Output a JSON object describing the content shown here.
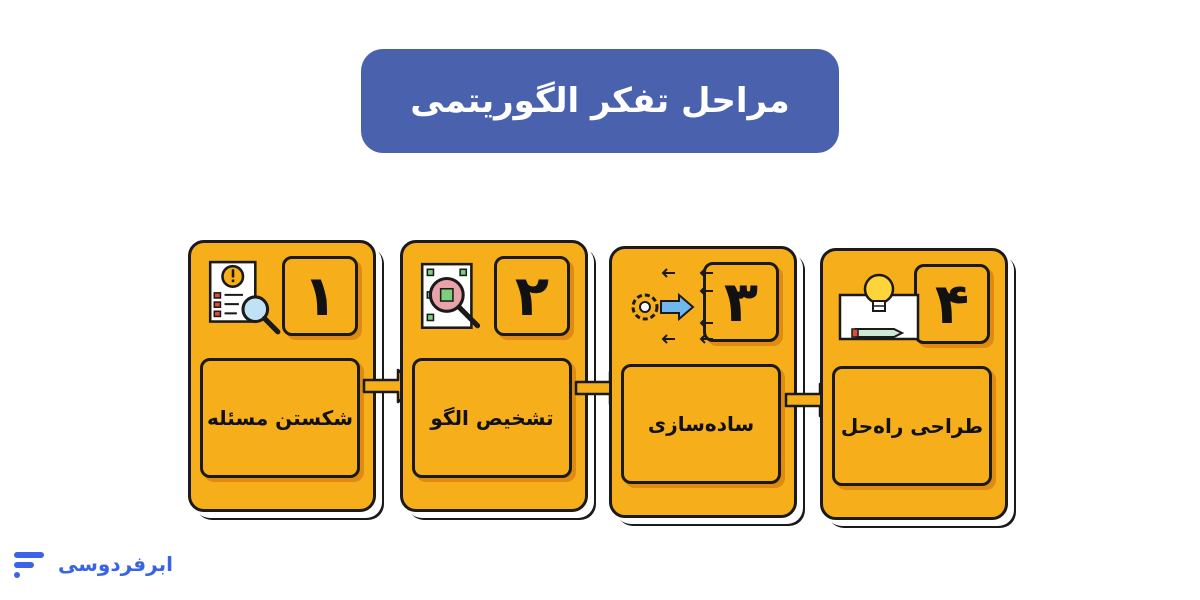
{
  "title": "مراحل تفکر الگوریتمی",
  "steps": [
    {
      "number": "۱",
      "label": "شکستن مسئله",
      "icon": "document-search-icon"
    },
    {
      "number": "۲",
      "label": "تشخیص الگو",
      "icon": "pattern-search-icon"
    },
    {
      "number": "۳",
      "label": "ساده‌سازی",
      "icon": "gear-arrows-icon"
    },
    {
      "number": "۴",
      "label": "طراحی راه‌حل",
      "icon": "lightbulb-blueprint-icon"
    }
  ],
  "brand": "ابرفردوسی",
  "colors": {
    "title_bg": "#4a62ad",
    "card": "#f6ae1b",
    "card_shadow": "#e08a12",
    "brand": "#3a63e6"
  }
}
